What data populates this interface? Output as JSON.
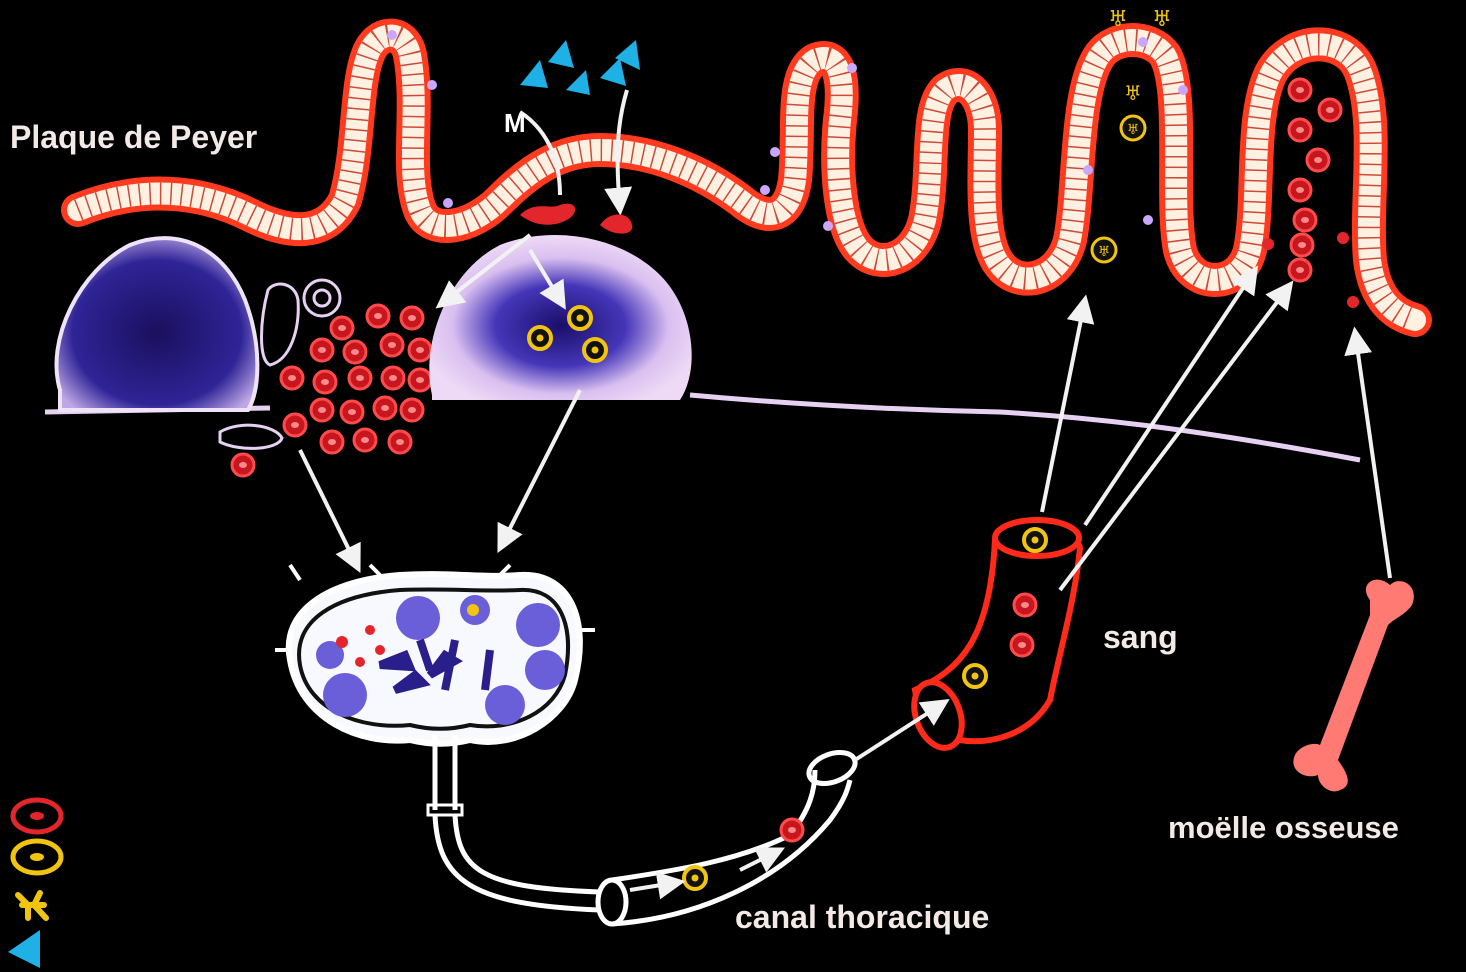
{
  "labels": {
    "peyer": "Plaque de Peyer",
    "m_cell": "M",
    "blood": "sang",
    "bone_marrow": "moëlle osseuse",
    "thoracic_duct": "canal thoracique"
  },
  "legend": [
    {
      "icon": "red-cell-icon"
    },
    {
      "icon": "yellow-cell-icon"
    },
    {
      "icon": "yellow-antibody-icon"
    },
    {
      "icon": "blue-antigen-icon"
    }
  ],
  "colors": {
    "background": "#000000",
    "epithelium": "#ff3a1f",
    "epithelium_fill": "#fff4e6",
    "red_cell": "#e3262c",
    "yellow_cell": "#f1c40f",
    "antigen": "#1fb0e6",
    "follicle": "#2a1f8a",
    "dome": "#e6c9f0",
    "node_follicle": "#6a5fd8",
    "arrow": "#f2f2f2",
    "bone": "#ff7a73"
  }
}
